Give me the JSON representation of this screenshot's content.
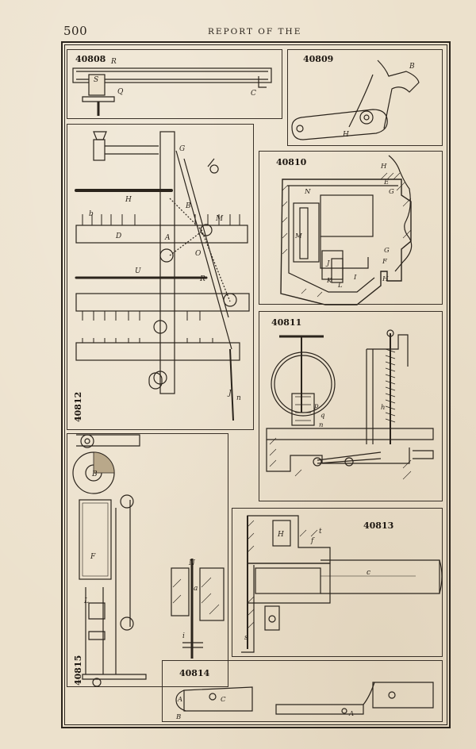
{
  "header": {
    "page_number": "500",
    "running_head": "REPORT OF THE"
  },
  "figures": [
    {
      "id": "40808"
    },
    {
      "id": "40809"
    },
    {
      "id": "40810"
    },
    {
      "id": "40811"
    },
    {
      "id": "40812"
    },
    {
      "id": "40813"
    },
    {
      "id": "40814"
    },
    {
      "id": "40815"
    }
  ]
}
